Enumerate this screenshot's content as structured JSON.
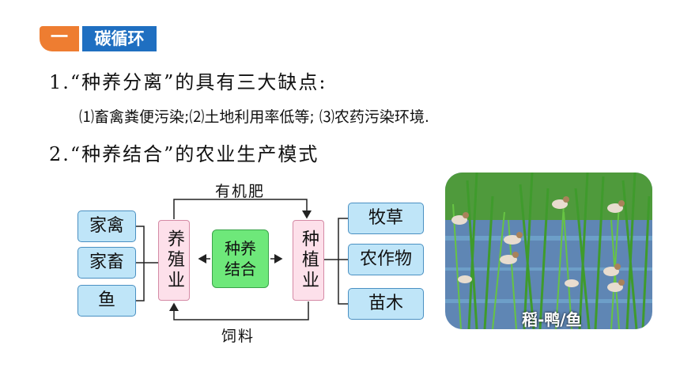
{
  "header": {
    "number": "一",
    "title": "碳循环"
  },
  "points": {
    "line1": "1.“种养分离”的具有三大缺点:",
    "line2": "⑴畜禽粪便污染;⑵土地利用率低等; ⑶农药污染环境.",
    "line3": "2.“种养结合”的农业生产模式"
  },
  "diagram": {
    "left_items": [
      "家禽",
      "家畜",
      "鱼"
    ],
    "breeding": "养殖业",
    "center": "种养结合",
    "planting": "种植业",
    "right_items": [
      "牧草",
      "农作物",
      "苗木"
    ],
    "top_label": "有机肥",
    "bottom_label": "饲料"
  },
  "photo": {
    "caption": "稻-鸭/鱼"
  },
  "colors": {
    "orange": "#ee7d31",
    "blue": "#1f6fc1",
    "light_blue": "#bfe5f8",
    "pink": "#fde0ea",
    "green": "#6ee87a"
  }
}
